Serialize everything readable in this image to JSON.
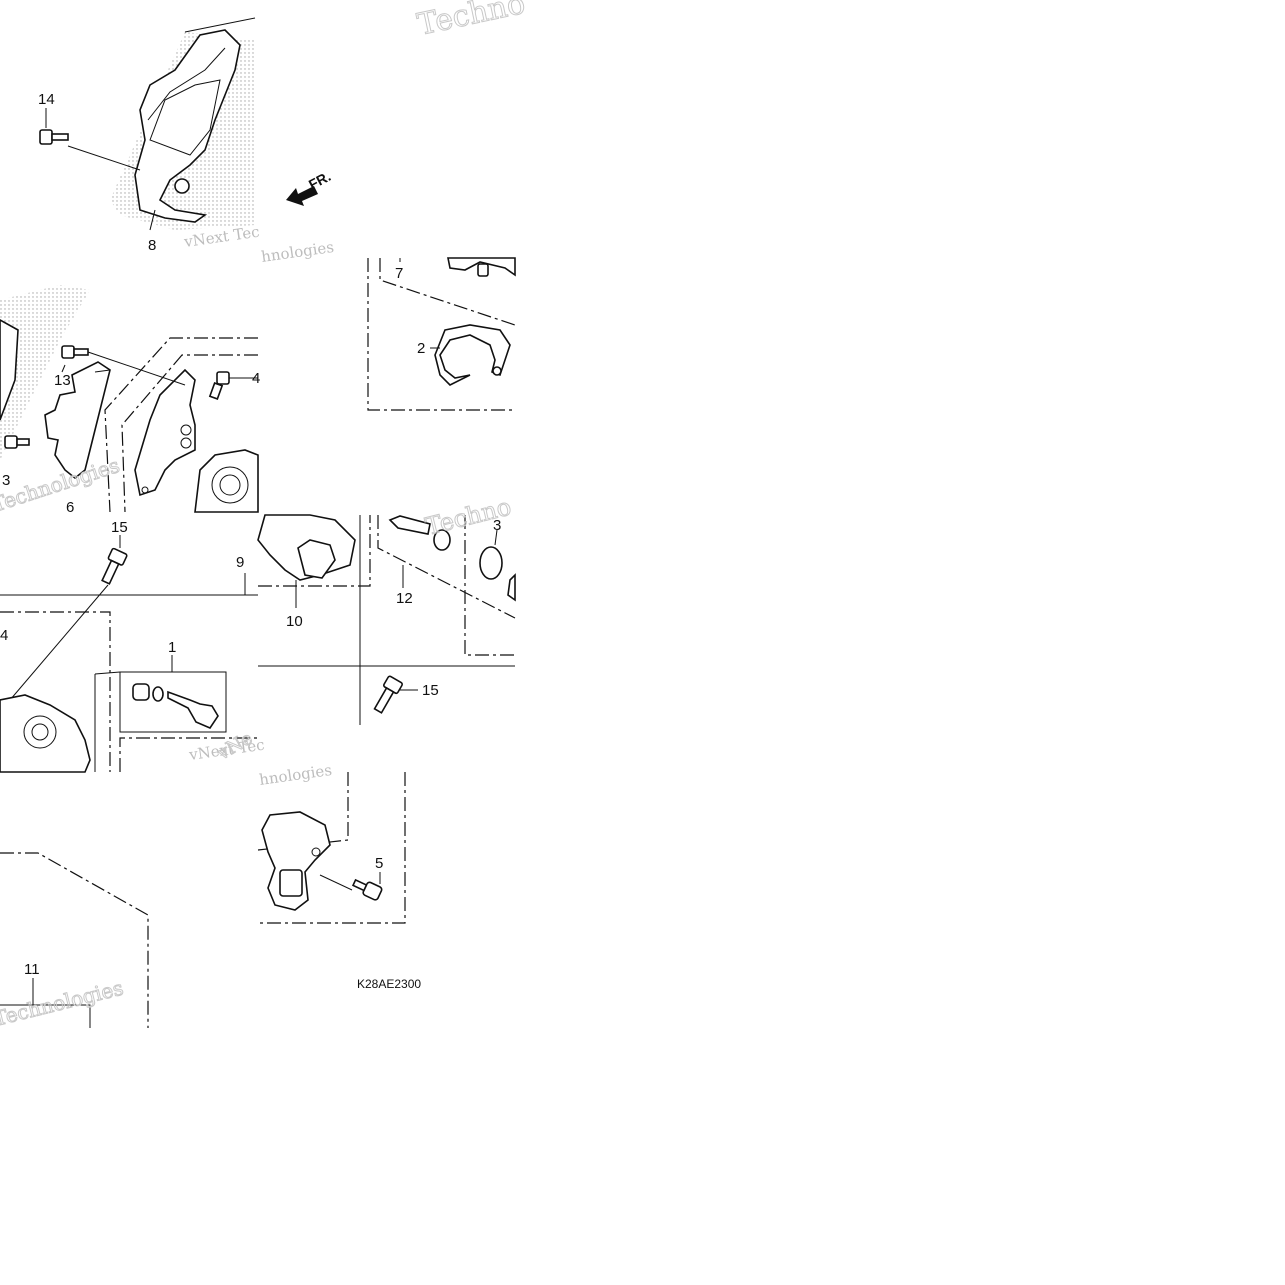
{
  "diagram": {
    "callouts": {
      "c14": "14",
      "c8": "8",
      "c7": "7",
      "c2": "2",
      "c13": "13",
      "c4": "4",
      "c3a": "3",
      "c6": "6",
      "c15a": "15",
      "c9": "9",
      "c10": "10",
      "c12": "12",
      "c3b": "3",
      "c4b": "4",
      "c1": "1",
      "c15b": "15",
      "c5": "5",
      "c11": "11"
    },
    "direction_marker": "FR.",
    "figure_code": "K28AE2300",
    "watermarks": {
      "w1": "vNext Tec",
      "w2": "hnologies",
      "w3": "Techno",
      "w4": "vNext Tec",
      "w5": "hnologies",
      "w6": "Technologies",
      "w7": "Technologies",
      "w8": "Techno",
      "w9": "vNe"
    }
  }
}
